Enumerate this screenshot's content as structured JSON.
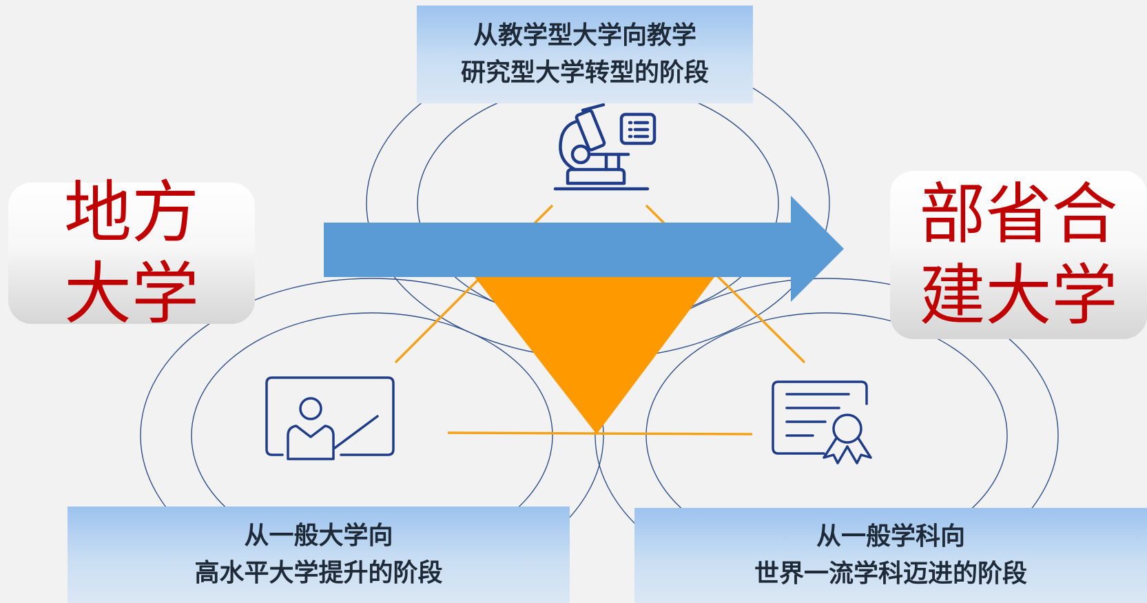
{
  "left_card": {
    "line1": "地方",
    "line2": "大学"
  },
  "right_card": {
    "line1": "部省合",
    "line2": "建大学"
  },
  "stage_top": {
    "line1": "从教学型大学向教学",
    "line2": "研究型大学转型的阶段"
  },
  "stage_left": {
    "line1": "从一般大学向",
    "line2": "高水平大学提升的阶段"
  },
  "stage_right": {
    "line1": "从一般学科向",
    "line2": "世界一流学科迈进的阶段"
  },
  "icons": {
    "top": "microscope-icon",
    "left": "teacher-board-icon",
    "right": "certificate-icon"
  },
  "colors": {
    "arrow": "#5b9bd5",
    "triangle": "#ff9900",
    "lines": "#f5a21b",
    "ellipses": "#2e4e87",
    "icon": "#1f3c88",
    "side_text": "#c00000",
    "stage_text": "#1e2a38"
  }
}
